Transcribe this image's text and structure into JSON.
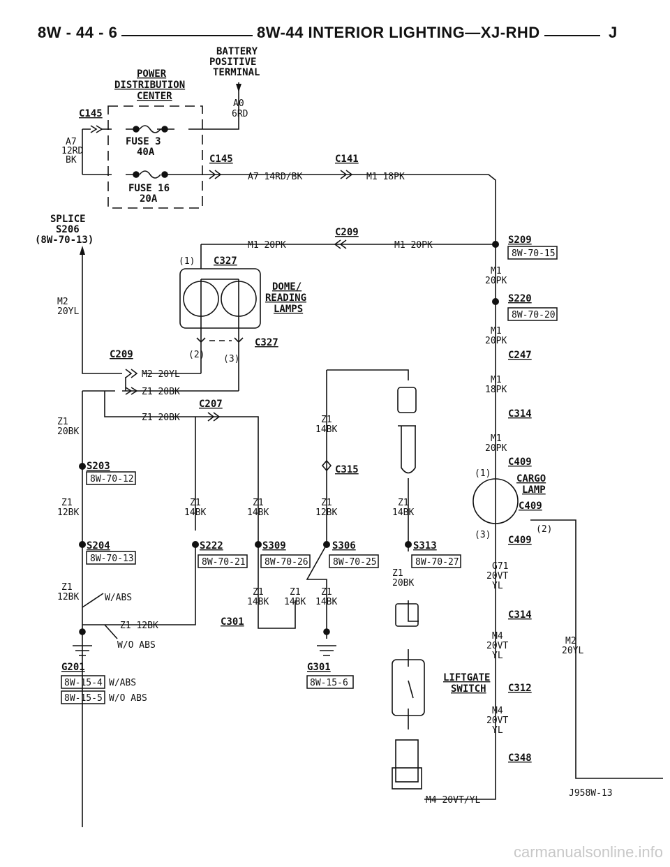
{
  "header": {
    "left": "8W - 44 - 6",
    "center": "8W-44 INTERIOR LIGHTING—XJ-RHD",
    "right": "J"
  },
  "labels": {
    "battery": [
      "BATTERY",
      "POSITIVE",
      "TERMINAL"
    ],
    "pdc": [
      "POWER",
      "DISTRIBUTION",
      "CENTER"
    ],
    "fuse3": [
      "FUSE 3",
      "40A"
    ],
    "fuse16": [
      "FUSE 16",
      "20A"
    ],
    "splice_s206": [
      "SPLICE",
      "S206",
      "(8W-70-13)"
    ],
    "dome": [
      "DOME/",
      "READING",
      "LAMPS"
    ],
    "cargo": [
      "CARGO",
      "LAMP"
    ],
    "liftgate": [
      "LIFTGATE",
      "SWITCH"
    ],
    "w_abs": "W/ABS",
    "wo_abs": "W/O ABS",
    "fig_id": "J958W-13"
  },
  "connectors": {
    "c145a": "C145",
    "c145b": "C145",
    "c141": "C141",
    "c209a": "C209",
    "c209b": "C209",
    "c327a": "C327",
    "c327b": "C327",
    "c207": "C207",
    "c315": "C315",
    "c247": "C247",
    "c314a": "C314",
    "c314b": "C314",
    "c409a": "C409",
    "c409b": "C409",
    "c409c": "C409",
    "c301": "C301",
    "c312": "C312",
    "c348": "C348",
    "s209": "S209",
    "s220": "S220",
    "s203": "S203",
    "s204": "S204",
    "s222": "S222",
    "s309": "S309",
    "s306": "S306",
    "s313": "S313",
    "g201": "G201",
    "g301": "G301"
  },
  "pins": {
    "p1a": "(1)",
    "p2a": "(2)",
    "p3a": "(3)",
    "p1b": "(1)",
    "p2b": "(2)",
    "p3b": "(3)"
  },
  "refs": {
    "s209": "8W-70-15",
    "s220": "8W-70-20",
    "s203": "8W-70-12",
    "s204": "8W-70-13",
    "s222": "8W-70-21",
    "s309": "8W-70-26",
    "s306": "8W-70-25",
    "s313": "8W-70-27",
    "g301": "8W-15-6",
    "g201a": "8W-15-4",
    "g201b": "8W-15-5"
  },
  "wires": {
    "a0": [
      "A0",
      "6RD"
    ],
    "a7left": [
      "A7",
      "12RD",
      "BK"
    ],
    "a7": "A7 14RD/BK",
    "m1top": "M1 18PK",
    "m1_20a": "M1 20PK",
    "m1_20b": "M1 20PK",
    "m1_s209": [
      "M1",
      "20PK"
    ],
    "m1_s220": [
      "M1",
      "20PK"
    ],
    "m1_18pk": [
      "M1",
      "18PK"
    ],
    "m1_c314": [
      "M1",
      "20PK"
    ],
    "m2left": [
      "M2",
      "20YL"
    ],
    "m2_20yl": "M2 20YL",
    "z1_20bk_a": "Z1 20BK",
    "z1_20bk_b": "Z1 20BK",
    "z1_left_20": [
      "Z1",
      "20BK"
    ],
    "z1_left_12a": [
      "Z1",
      "12BK"
    ],
    "z1_left_12b": [
      "Z1",
      "12BK"
    ],
    "z1_12bk": "Z1 12BK",
    "z1_14a": [
      "Z1",
      "14BK"
    ],
    "z1_14b": [
      "Z1",
      "14BK"
    ],
    "z1_14c": [
      "Z1",
      "14BK"
    ],
    "z1_12c": [
      "Z1",
      "12BK"
    ],
    "z1_14d": [
      "Z1",
      "14BK"
    ],
    "z1_14e": [
      "Z1",
      "14BK"
    ],
    "z1_14f": [
      "Z1",
      "14BK"
    ],
    "z1_14g": [
      "Z1",
      "14BK"
    ],
    "z1_20bk_s313": [
      "Z1",
      "20BK"
    ],
    "g71": [
      "G71",
      "20VT",
      "YL"
    ],
    "m4a": [
      "M4",
      "20VT",
      "YL"
    ],
    "m4b": [
      "M4",
      "20VT",
      "YL"
    ],
    "m4bottom": "M4 20VT/YL",
    "m2right": [
      "M2",
      "20YL"
    ]
  },
  "watermark": "carmanualsonline.info"
}
